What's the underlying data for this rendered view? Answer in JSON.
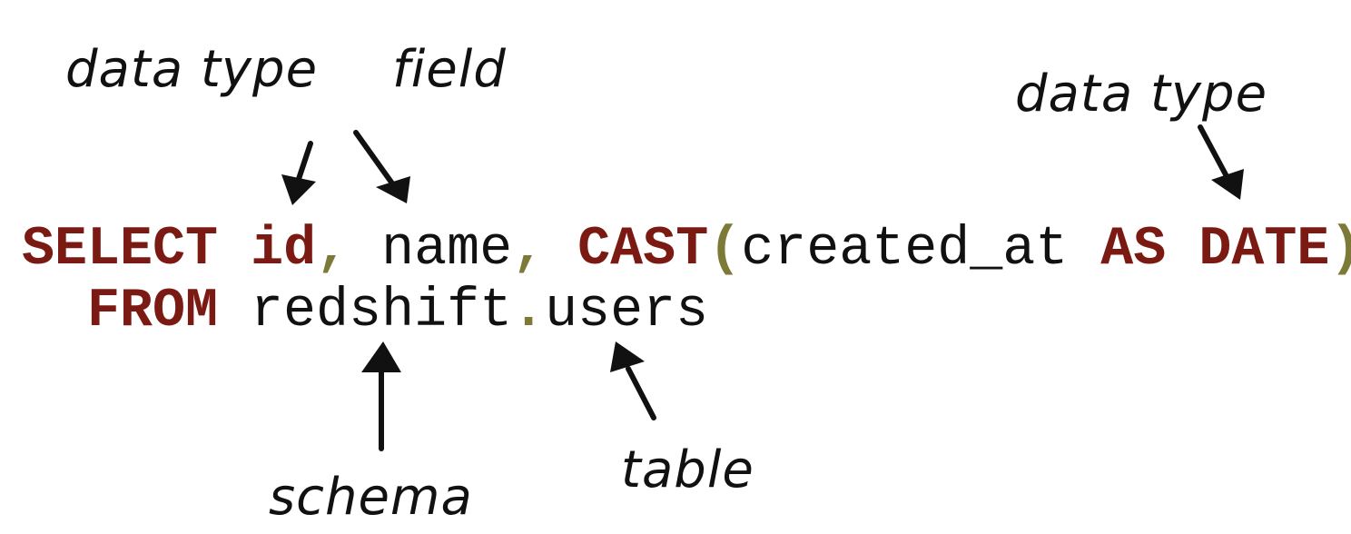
{
  "annotations": {
    "data_type_left": "data type",
    "field": "field",
    "data_type_right": "data type",
    "schema": "schema",
    "table": "table"
  },
  "code": {
    "line1": {
      "select_kw": "SELECT",
      "id_kw": "id",
      "comma1": ",",
      "name": "name",
      "comma2": ",",
      "cast_kw": "CAST",
      "paren_open": "(",
      "created_at": "created_at",
      "as_kw": "AS",
      "date_kw": "DATE",
      "paren_close": ")"
    },
    "line2": {
      "from_kw": "FROM",
      "schema_name": "redshift",
      "dot": ".",
      "table_name": "users"
    }
  },
  "colors": {
    "keyword": "#7a1a12",
    "punctuation": "#7d7a38",
    "text": "#111111"
  }
}
